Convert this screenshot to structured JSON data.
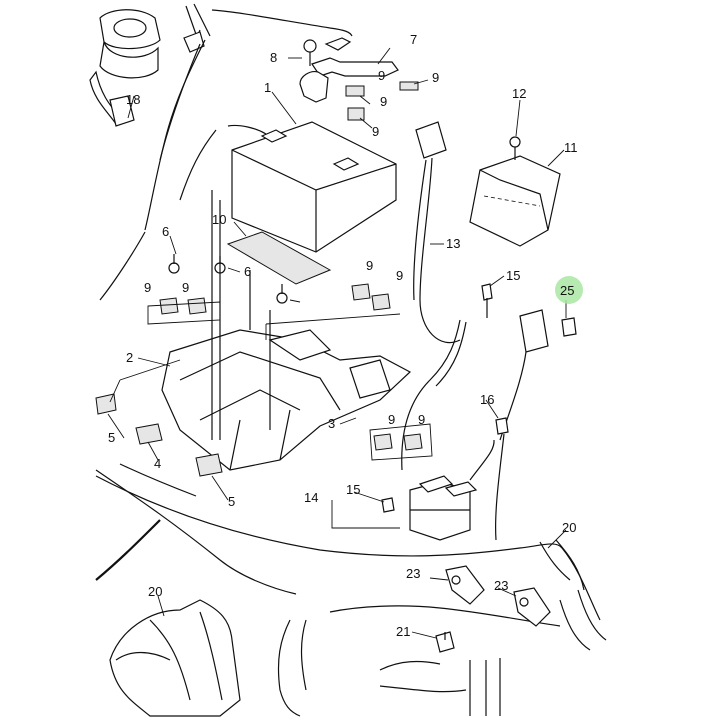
{
  "callouts": [
    "1",
    "2",
    "3",
    "4",
    "5",
    "5",
    "6",
    "6",
    "7",
    "8",
    "9",
    "9",
    "9",
    "9",
    "9",
    "9",
    "9",
    "9",
    "9",
    "9",
    "10",
    "11",
    "12",
    "13",
    "14",
    "15",
    "15",
    "16",
    "18",
    "20",
    "20",
    "21",
    "23",
    "23",
    "25"
  ],
  "highlight_color": "#a9e6a2"
}
